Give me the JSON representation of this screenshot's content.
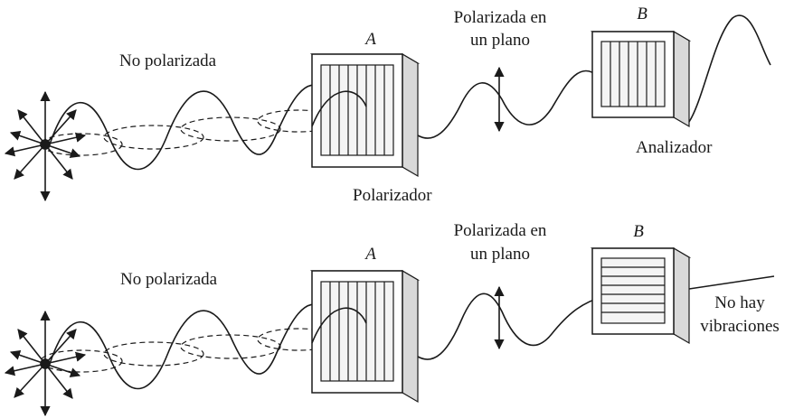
{
  "top_panel": {
    "unpolarized_label": "No polarizada",
    "polarizer_letter": "A",
    "plane_polarized_label_line1": "Polarizada en",
    "plane_polarized_label_line2": "un plano",
    "analyzer_letter": "B",
    "analyzer_label": "Analizador",
    "polarizer_label": "Polarizador"
  },
  "bottom_panel": {
    "unpolarized_label": "No polarizada",
    "polarizer_letter": "A",
    "plane_polarized_label_line1": "Polarizada en",
    "plane_polarized_label_line2": "un plano",
    "analyzer_letter": "B",
    "no_vibration_line1": "No hay",
    "no_vibration_line2": "vibraciones"
  },
  "colors": {
    "ink": "#1a1a1a",
    "frame_face": "#ffffff",
    "frame_side": "#d9d9d9",
    "slat_fill": "#f4f4f4"
  }
}
